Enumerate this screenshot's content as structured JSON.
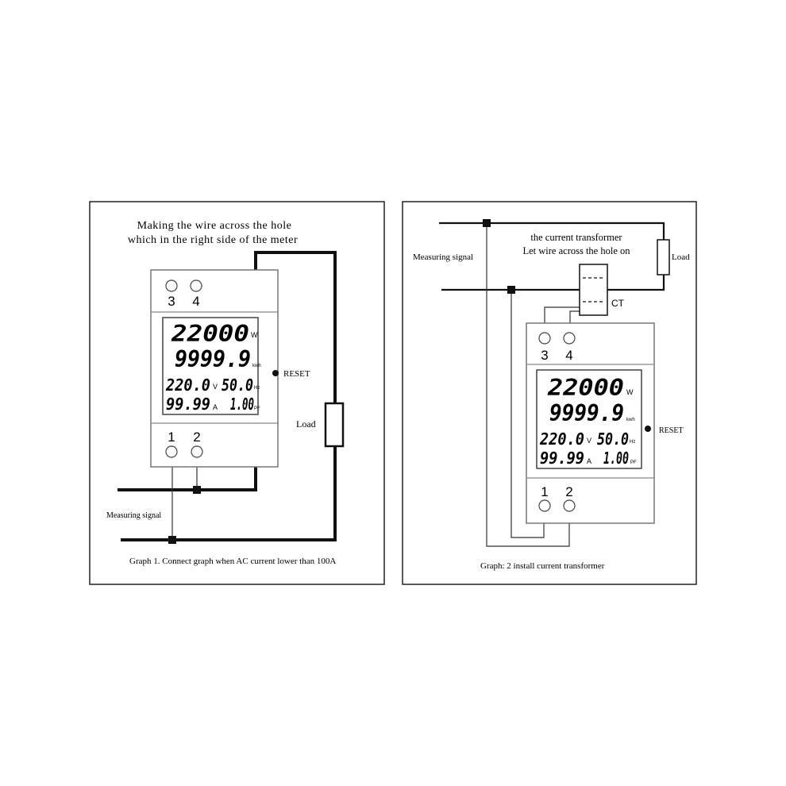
{
  "diagram1": {
    "title_line1": "Making the wire across the hole",
    "title_line2": "which in the right side of the meter",
    "terminals": {
      "t3": "3",
      "t4": "4",
      "t1": "1",
      "t2": "2"
    },
    "display": {
      "power": "22000",
      "power_unit": "W",
      "energy": "9999.9",
      "energy_unit": "kwh",
      "voltage": "220.0",
      "voltage_unit": "V",
      "frequency": "50.0",
      "frequency_unit": "Hz",
      "current": "99.99",
      "current_unit": "A",
      "pf": "1.00",
      "pf_unit": "PF"
    },
    "reset_label": "RESET",
    "load_label": "Load",
    "measuring_label": "Measuring signal",
    "caption": "Graph 1. Connect graph when AC current lower than 100A"
  },
  "diagram2": {
    "measuring_label": "Measuring signal",
    "ct_note_line1": "the current transformer",
    "ct_note_line2": "Let wire across the hole on",
    "load_label": "Load",
    "ct_label": "CT",
    "terminals": {
      "t3": "3",
      "t4": "4",
      "t1": "1",
      "t2": "2"
    },
    "display": {
      "power": "22000",
      "power_unit": "W",
      "energy": "9999.9",
      "energy_unit": "kwh",
      "voltage": "220.0",
      "voltage_unit": "V",
      "frequency": "50.0",
      "frequency_unit": "Hz",
      "current": "99.99",
      "current_unit": "A",
      "pf": "1.00",
      "pf_unit": "PF"
    },
    "reset_label": "RESET",
    "caption": "Graph: 2 install current transformer"
  }
}
